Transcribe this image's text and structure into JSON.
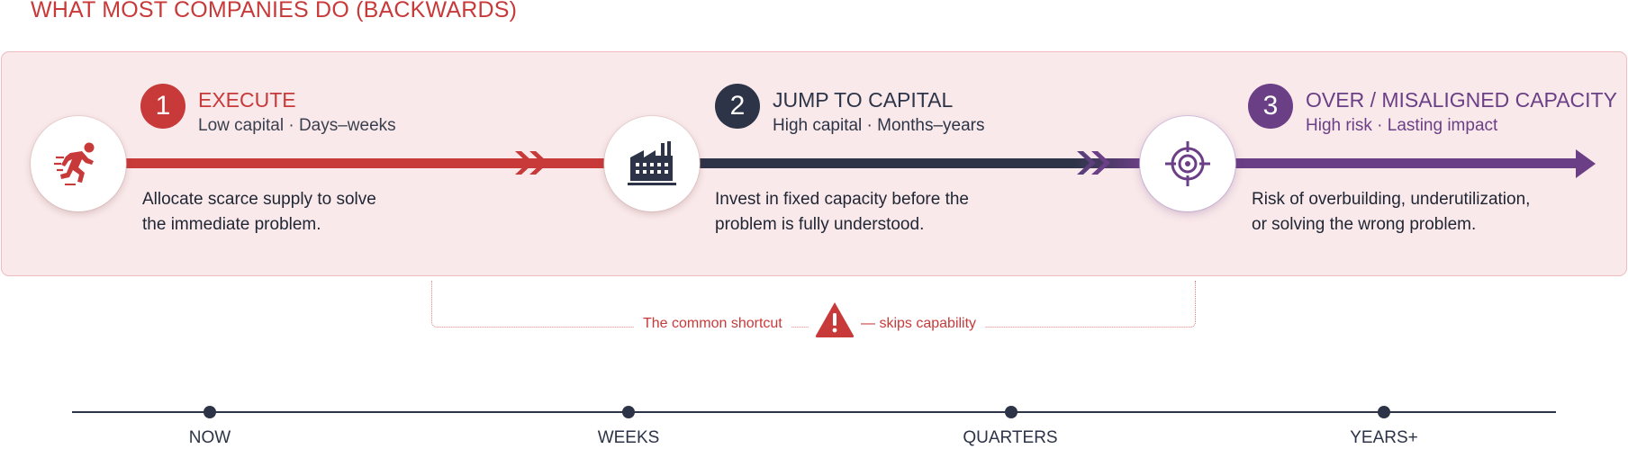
{
  "title": "WHAT MOST COMPANIES DO (BACKWARDS)",
  "colors": {
    "red": "#c83a3a",
    "navy": "#2d3447",
    "purple": "#6b3f86",
    "panel_bg": "#f9e9ea"
  },
  "steps": [
    {
      "number": "1",
      "title": "EXECUTE",
      "subtitle": "Low capital · Days–weeks",
      "description": "Allocate scarce supply to solve\nthe immediate problem.",
      "icon": "running-person-icon"
    },
    {
      "number": "2",
      "title": "JUMP TO CAPITAL",
      "subtitle": "High capital · Months–years",
      "description": "Invest in fixed capacity before the\nproblem is fully understood.",
      "icon": "factory-icon"
    },
    {
      "number": "3",
      "title": "OVER / MISALIGNED CAPACITY",
      "subtitle": "High risk · Lasting impact",
      "description": "Risk of overbuilding, underutilization,\nor solving the wrong problem.",
      "icon": "target-icon"
    }
  ],
  "shortcut": {
    "left_text": "The common shortcut",
    "right_text": "— skips capability",
    "icon": "warning-icon"
  },
  "timeline": {
    "ticks": [
      "NOW",
      "WEEKS",
      "QUARTERS",
      "YEARS+"
    ]
  }
}
